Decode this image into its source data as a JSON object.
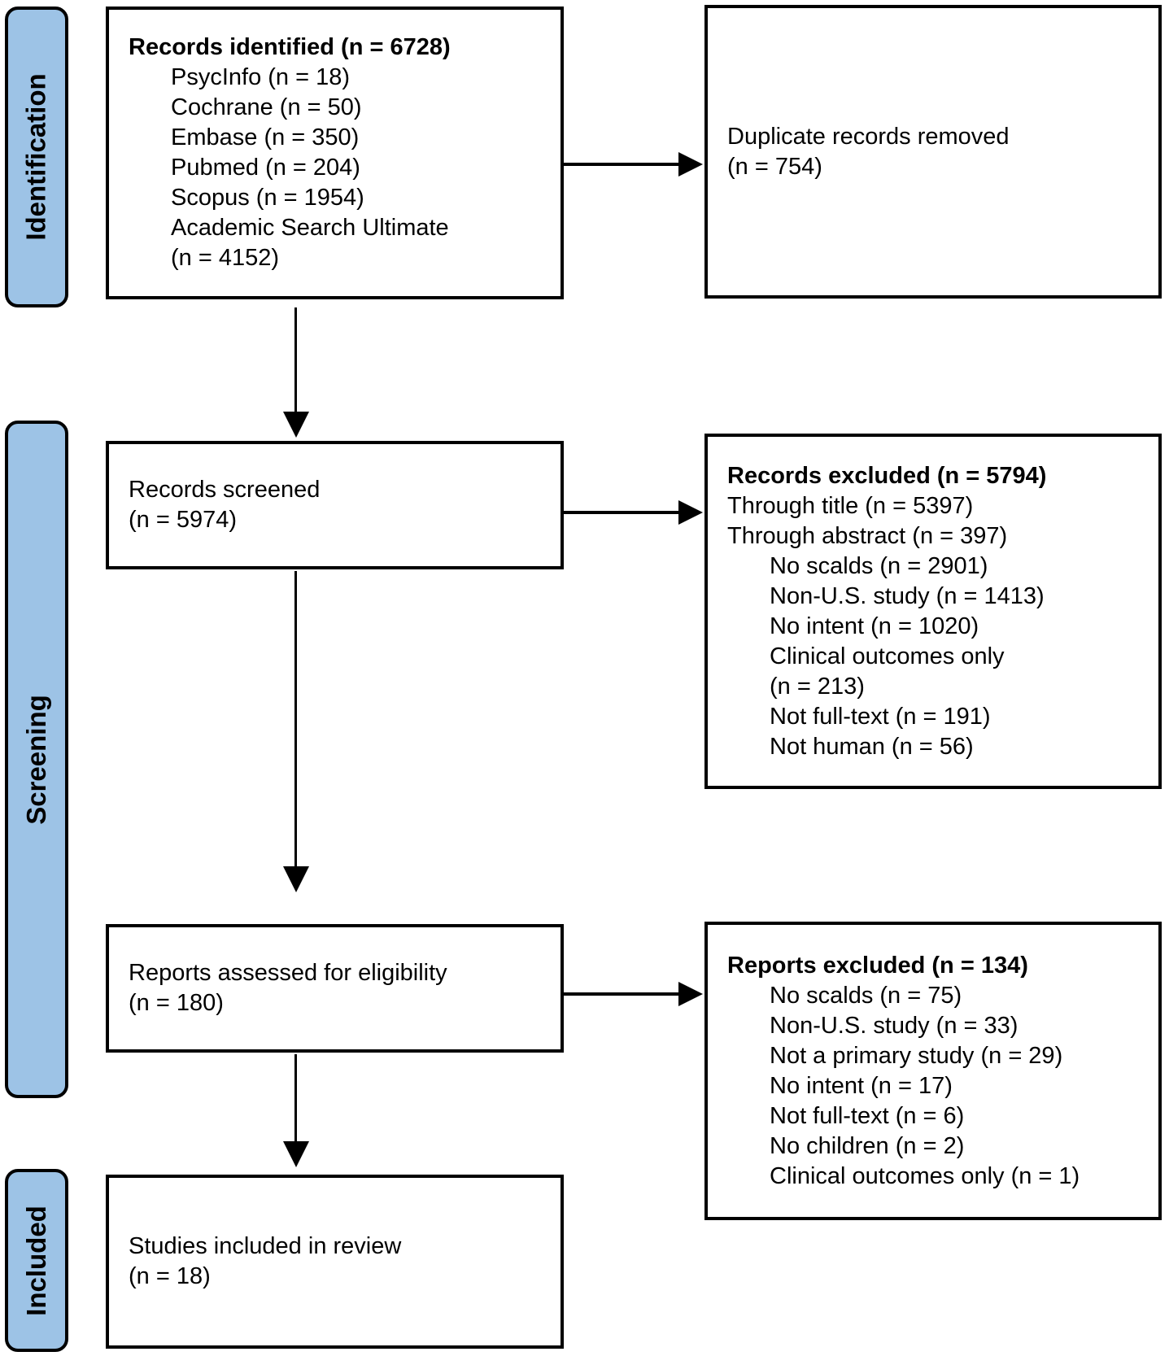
{
  "figure": {
    "type": "PRISMA flow diagram",
    "colors": {
      "stage_fill": "#9DC3E6",
      "box_border": "#000000",
      "box_fill": "#FFFFFF",
      "text": "#000000"
    }
  },
  "stages": {
    "identification": "Identification",
    "screening": "Screening",
    "included": "Included"
  },
  "boxes": {
    "records_identified": {
      "title": "Records identified (n = 6728)",
      "lines": [
        "PsycInfo (n = 18)",
        "Cochrane (n = 50)",
        "Embase (n = 350)",
        "Pubmed (n = 204)",
        "Scopus (n = 1954)",
        "Academic Search Ultimate",
        "(n = 4152)"
      ]
    },
    "duplicates_removed": {
      "lines": [
        "Duplicate records removed",
        "(n = 754)"
      ]
    },
    "records_screened": {
      "lines": [
        "Records screened",
        "(n = 5974)"
      ]
    },
    "records_excluded": {
      "title": "Records excluded (n = 5794)",
      "lines": [
        "Through title (n = 5397)",
        "Through abstract (n = 397)"
      ],
      "sub_lines": [
        "No scalds (n = 2901)",
        "Non-U.S. study (n = 1413)",
        "No intent (n = 1020)",
        "Clinical outcomes only",
        "(n = 213)",
        "Not full-text (n = 191)",
        "Not human (n = 56)"
      ]
    },
    "reports_assessed": {
      "lines": [
        "Reports assessed for eligibility",
        "(n = 180)"
      ]
    },
    "reports_excluded": {
      "title": "Reports excluded (n = 134)",
      "sub_lines": [
        "No scalds (n = 75)",
        "Non-U.S. study (n = 33)",
        "Not a primary study (n = 29)",
        "No intent (n = 17)",
        "Not full-text (n = 6)",
        "No children (n = 2)",
        "Clinical outcomes only (n = 1)"
      ]
    },
    "studies_included": {
      "lines": [
        "Studies included in review",
        "(n = 18)"
      ]
    }
  }
}
